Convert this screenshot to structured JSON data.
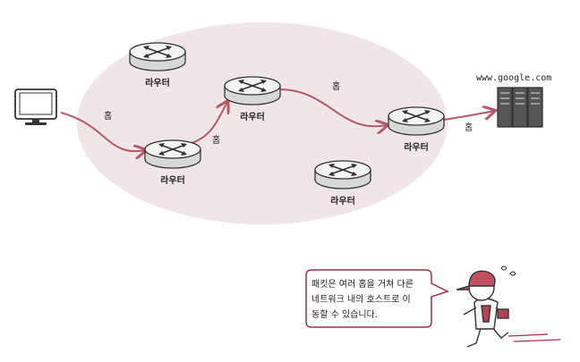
{
  "routers": [
    {
      "label": "라우터"
    },
    {
      "label": "라우터"
    },
    {
      "label": "라우터"
    },
    {
      "label": "라우터"
    },
    {
      "label": "라우터"
    }
  ],
  "hops": [
    {
      "label": "홉"
    },
    {
      "label": "홉"
    },
    {
      "label": "홉"
    },
    {
      "label": "홉"
    }
  ],
  "server": {
    "url": "www.google.com"
  },
  "speech_bubble": {
    "lines": [
      "패킷은 여러 홉을 거쳐 다른",
      "네트워크 내의 호스트로 이",
      "동할 수 있습니다."
    ]
  },
  "colors": {
    "network_area": "#f0e6e8",
    "path": "#b25a6a",
    "bubble_border": "#9c3447",
    "cap": "#c05060"
  }
}
